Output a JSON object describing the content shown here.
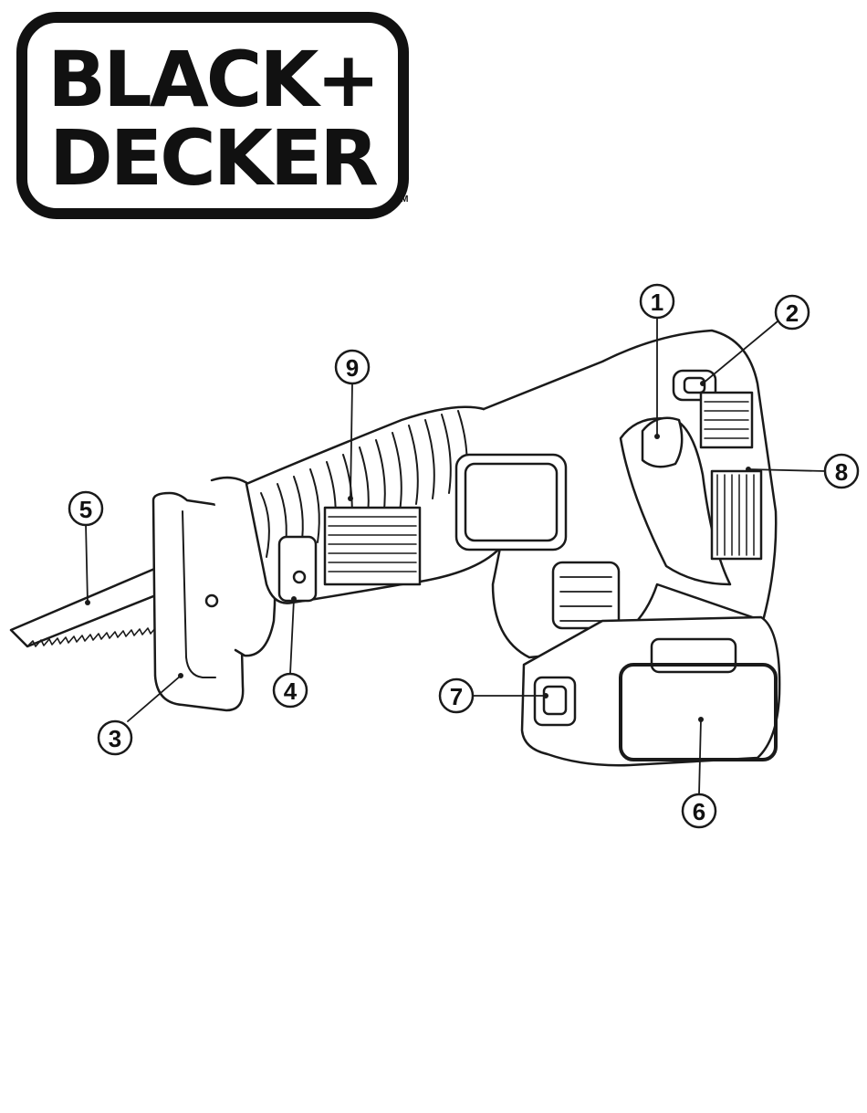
{
  "logo": {
    "line1": "BLACK+",
    "line2": "DECKER",
    "trademark": "TM"
  },
  "callouts": [
    "1",
    "2",
    "3",
    "4",
    "5",
    "6",
    "7",
    "8",
    "9"
  ]
}
